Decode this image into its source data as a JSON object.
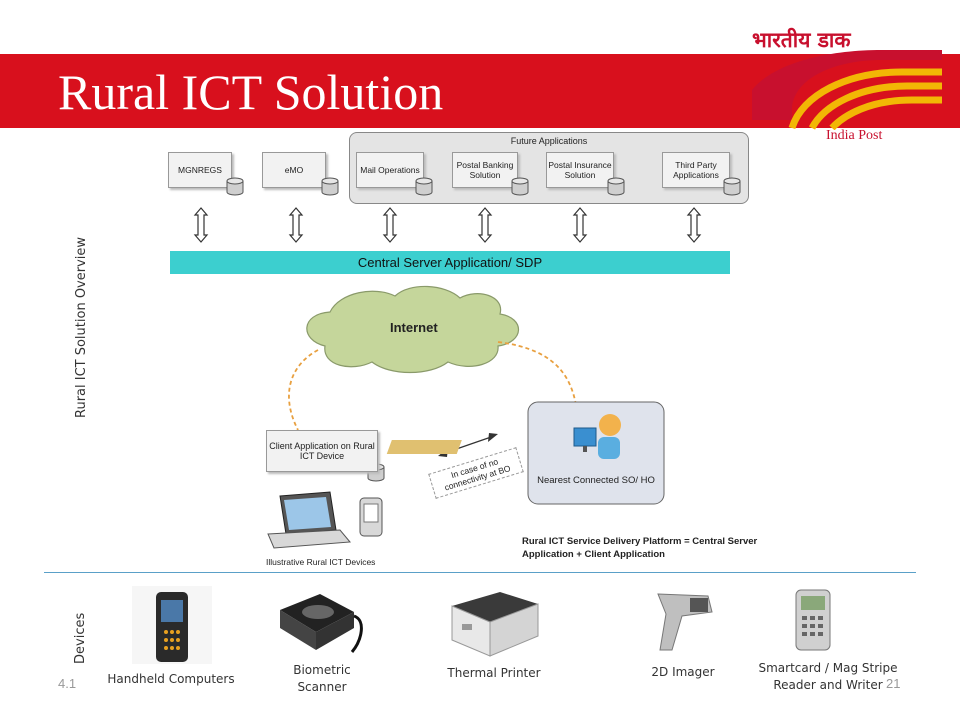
{
  "header": {
    "title": "Rural ICT Solution",
    "logo_hindi": "भारतीय डाक",
    "logo_english": "India Post"
  },
  "side_labels": {
    "overview": "Rural ICT Solution Overview",
    "devices": "Devices"
  },
  "diagram": {
    "apps": [
      "MGNREGS",
      "eMO"
    ],
    "future_label": "Future Applications",
    "future_apps": [
      "Mail Operations",
      "Postal Banking Solution",
      "Postal Insurance Solution",
      "Third Party Applications"
    ],
    "central_server": "Central Server Application/ SDP",
    "internet": "Internet",
    "client_app": "Client Application on Rural ICT Device",
    "no_connectivity": "In case of no connectivity at BO",
    "nearest": "Nearest Connected SO/ HO",
    "devices_caption": "Illustrative Rural ICT Devices",
    "platform_note": "Rural ICT Service Delivery Platform = Central Server Application + Client Application"
  },
  "devices": [
    {
      "label": "Handheld Computers"
    },
    {
      "label": "Biometric Scanner"
    },
    {
      "label": "Thermal Printer"
    },
    {
      "label": "2D Imager"
    },
    {
      "label": "Smartcard / Mag Stripe Reader and Writer"
    }
  ],
  "footer": {
    "section": "4.1",
    "page": "21"
  },
  "colors": {
    "banner": "#d8101d",
    "server_bar": "#3ccfcf",
    "cloud": "#c5d69b",
    "logo": "#c8102e"
  }
}
